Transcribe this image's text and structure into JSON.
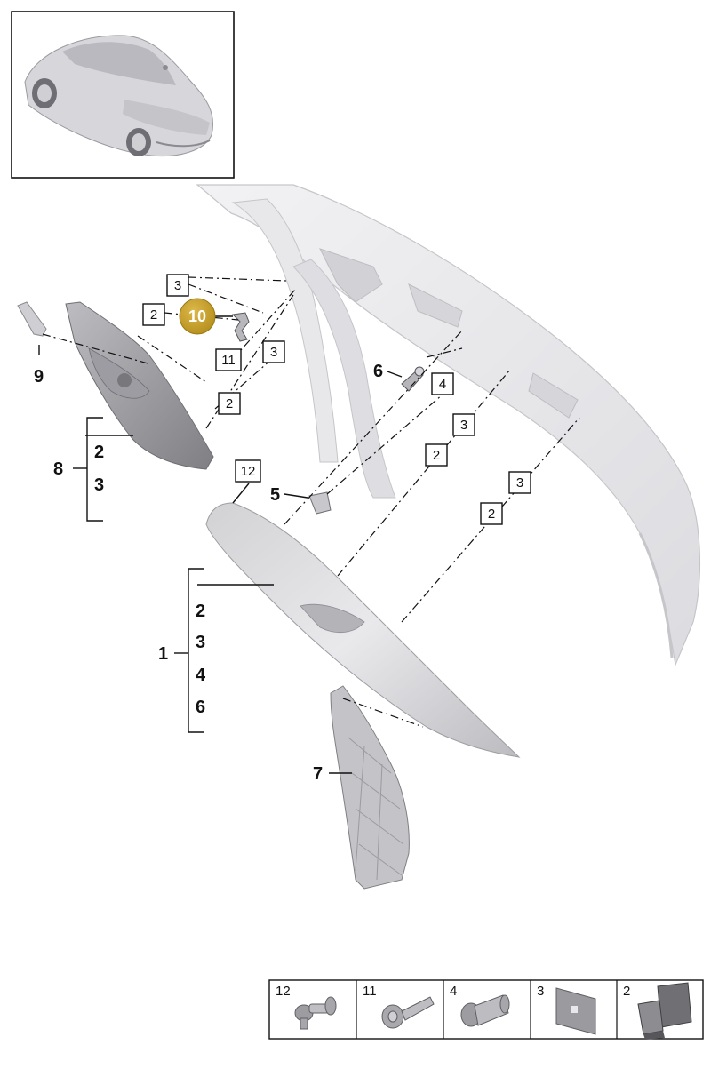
{
  "callouts": {
    "c1": "1",
    "c2": "2",
    "c3": "3",
    "c4": "4",
    "c5": "5",
    "c6": "6",
    "c7": "7",
    "c8": "8",
    "c9": "9",
    "c10": "10",
    "c11": "11",
    "c12": "12"
  },
  "bracket_1_items": [
    "2",
    "3",
    "4",
    "6"
  ],
  "bracket_8_items": [
    "2",
    "3"
  ],
  "legend": [
    {
      "number": "12",
      "icon": "push-rivet-icon"
    },
    {
      "number": "11",
      "icon": "screw-icon"
    },
    {
      "number": "4",
      "icon": "expansion-nut-icon"
    },
    {
      "number": "3",
      "icon": "square-pad-icon"
    },
    {
      "number": "2",
      "icon": "spring-clip-icon"
    }
  ],
  "colors": {
    "highlight": "#c9a227",
    "part_light": "#e6e6e8",
    "part_mid": "#c9c9cc",
    "part_dark": "#8f8f94",
    "line": "#111111"
  }
}
